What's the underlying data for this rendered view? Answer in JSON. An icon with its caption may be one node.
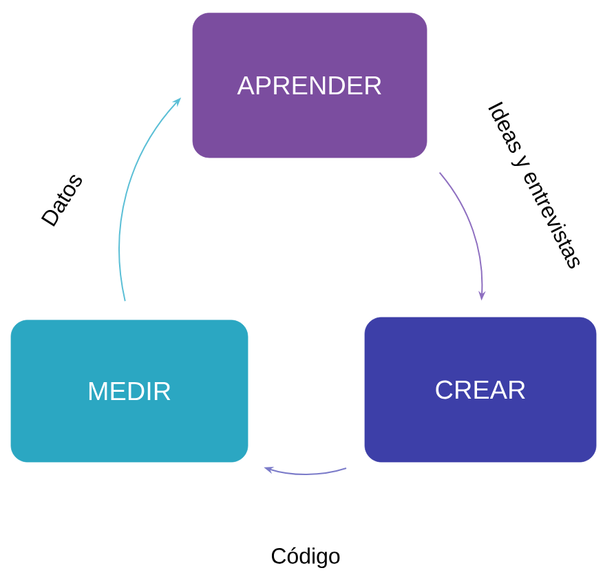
{
  "diagram": {
    "nodes": [
      {
        "text": [
          "APRENDER"
        ]
      },
      {
        "text": [
          "CREAR"
        ]
      },
      {
        "text": [
          "MEDIR"
        ]
      }
    ],
    "edges": [
      {
        "from": 0,
        "to": 1,
        "arrow": "to",
        "label": "Ideas y entrevistas",
        "color": "#8e6fc0"
      },
      {
        "from": 1,
        "to": 2,
        "arrow": "to",
        "label": "Código",
        "color": "#7b7bc9"
      },
      {
        "from": 2,
        "to": 0,
        "arrow": "to",
        "label": "Datos",
        "color": "#5bbfd6"
      }
    ]
  }
}
